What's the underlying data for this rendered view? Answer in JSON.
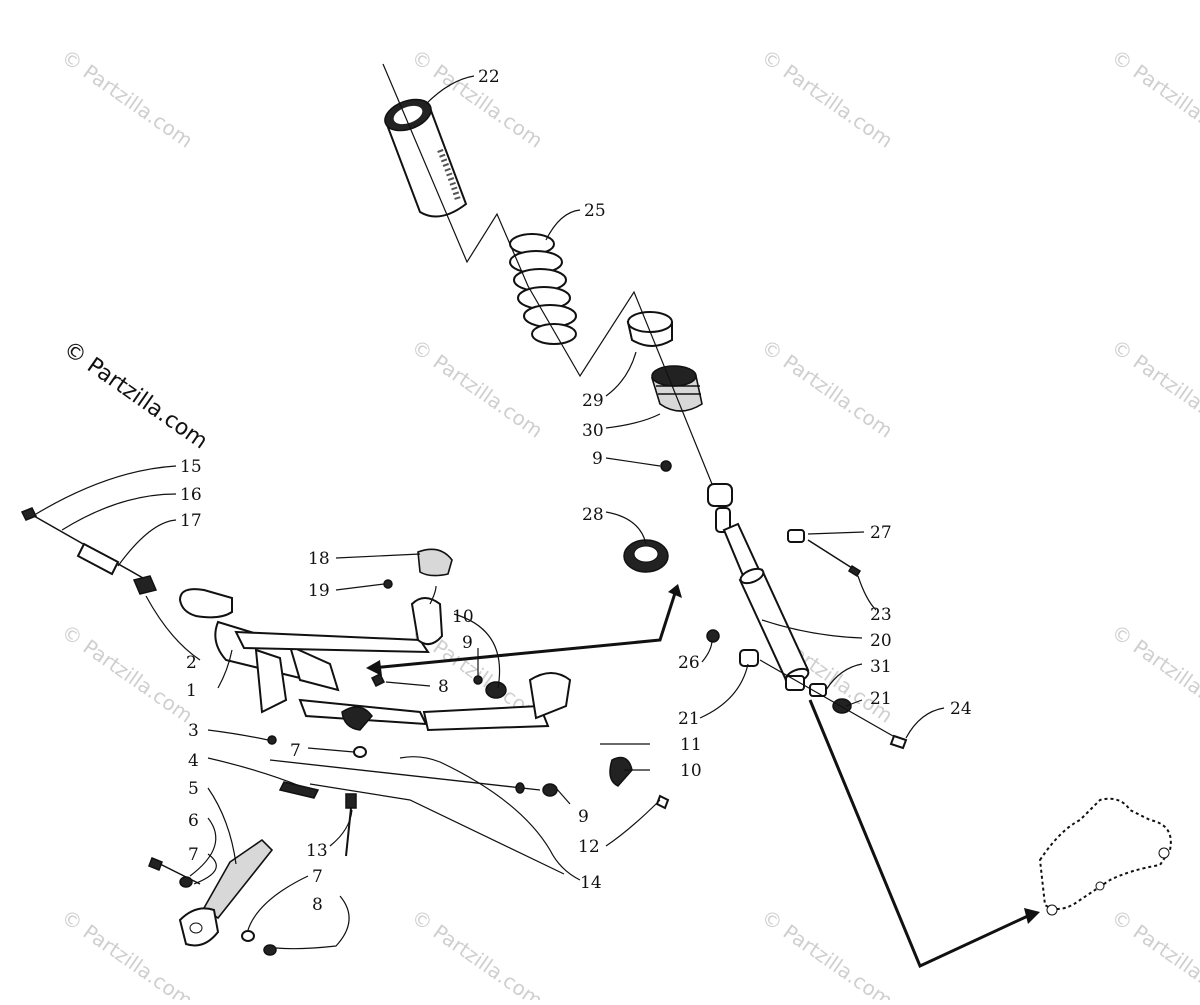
{
  "watermark": {
    "main": "© Partzilla.com",
    "tile": "© Partzilla.com"
  },
  "callouts": [
    {
      "id": "22",
      "text": "22"
    },
    {
      "id": "25",
      "text": "25"
    },
    {
      "id": "29",
      "text": "29"
    },
    {
      "id": "30",
      "text": "30"
    },
    {
      "id": "9a",
      "text": "9"
    },
    {
      "id": "28",
      "text": "28"
    },
    {
      "id": "27",
      "text": "27"
    },
    {
      "id": "23",
      "text": "23"
    },
    {
      "id": "20",
      "text": "20"
    },
    {
      "id": "26",
      "text": "26"
    },
    {
      "id": "31",
      "text": "31"
    },
    {
      "id": "21a",
      "text": "21"
    },
    {
      "id": "21b",
      "text": "21"
    },
    {
      "id": "24",
      "text": "24"
    },
    {
      "id": "15",
      "text": "15"
    },
    {
      "id": "16",
      "text": "16"
    },
    {
      "id": "17",
      "text": "17"
    },
    {
      "id": "18",
      "text": "18"
    },
    {
      "id": "19",
      "text": "19"
    },
    {
      "id": "10a",
      "text": "10"
    },
    {
      "id": "9b",
      "text": "9"
    },
    {
      "id": "2",
      "text": "2"
    },
    {
      "id": "1",
      "text": "1"
    },
    {
      "id": "8a",
      "text": "8"
    },
    {
      "id": "3",
      "text": "3"
    },
    {
      "id": "7a",
      "text": "7"
    },
    {
      "id": "4",
      "text": "4"
    },
    {
      "id": "5",
      "text": "5"
    },
    {
      "id": "6",
      "text": "6"
    },
    {
      "id": "7b",
      "text": "7"
    },
    {
      "id": "7c",
      "text": "7"
    },
    {
      "id": "8b",
      "text": "8"
    },
    {
      "id": "13",
      "text": "13"
    },
    {
      "id": "14",
      "text": "14"
    },
    {
      "id": "11",
      "text": "11"
    },
    {
      "id": "10b",
      "text": "10"
    },
    {
      "id": "9c",
      "text": "9"
    },
    {
      "id": "12",
      "text": "12"
    }
  ]
}
